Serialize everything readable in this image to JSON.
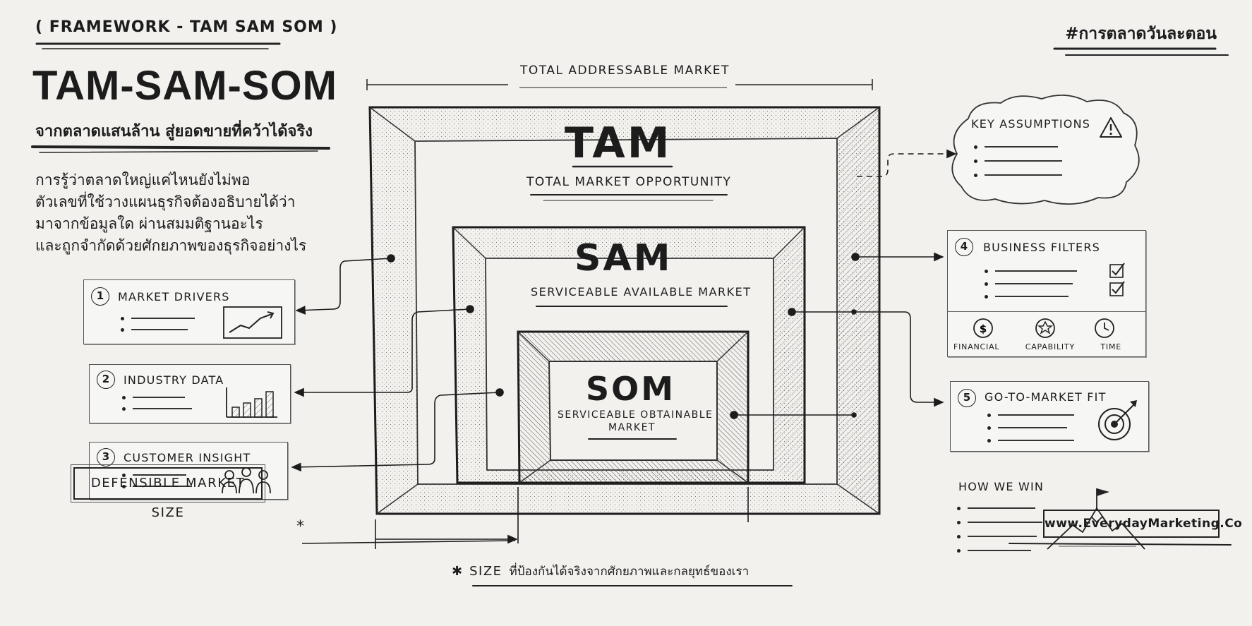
{
  "header": {
    "framework_tag": "( FRAMEWORK - TAM SAM SOM )",
    "title": "TAM-SAM-SOM",
    "subtitle": "จากตลาดแสนล้าน สู่ยอดขายที่คว้าได้จริง",
    "description": [
      "การรู้ว่าตลาดใหญ่แค่ไหนยังไม่พอ",
      "ตัวเลขที่ใช้วางแผนธุรกิจต้องอธิบายได้ว่า",
      "มาจากข้อมูลใด ผ่านสมมติฐานอะไร",
      "และถูกจำกัดด้วยศักยภาพของธุรกิจอย่างไร"
    ],
    "hashtag": "#การตลาดวันละตอน"
  },
  "diagram": {
    "top_label": "TOTAL ADDRESSABLE MARKET",
    "tam": {
      "acronym": "TAM",
      "label": "TOTAL MARKET OPPORTUNITY"
    },
    "sam": {
      "acronym": "SAM",
      "label": "SERVICEABLE AVAILABLE MARKET"
    },
    "som": {
      "acronym": "SOM",
      "label_line1": "SERVICEABLE OBTAINABLE",
      "label_line2": "MARKET"
    }
  },
  "left_cards": [
    {
      "number": "1",
      "title": "MARKET DRIVERS",
      "icon": "line-chart-icon"
    },
    {
      "number": "2",
      "title": "INDUSTRY DATA",
      "icon": "bar-chart-icon"
    },
    {
      "number": "3",
      "title": "CUSTOMER INSIGHT",
      "icon": "people-icon"
    }
  ],
  "right_cards": {
    "key_assumptions": {
      "title": "KEY ASSUMPTIONS",
      "icon": "warning-icon"
    },
    "business_filters": {
      "number": "4",
      "title": "BUSINESS FILTERS",
      "filters": [
        {
          "label": "FINANCIAL",
          "icon": "dollar-icon"
        },
        {
          "label": "CAPABILITY",
          "icon": "star-icon"
        },
        {
          "label": "TIME",
          "icon": "clock-icon"
        }
      ]
    },
    "go_to_market": {
      "number": "5",
      "title": "GO-TO-MARKET FIT",
      "icon": "target-icon"
    },
    "how_we_win": {
      "title": "HOW WE WIN",
      "icon": "mountain-flag-icon"
    }
  },
  "bottom": {
    "defensible": "DEFENSIBLE MARKET SIZE",
    "asterisk": "*",
    "footnote_star": "✱",
    "footnote_size": "SIZE",
    "footnote_text": "ที่ป้องกันได้จริงจากศักยภาพและกลยุทธ์ของเรา",
    "website": "www.EverydayMarketing.Co"
  },
  "colors": {
    "background": "#f2f1ee",
    "ink": "#1c1c1c"
  }
}
